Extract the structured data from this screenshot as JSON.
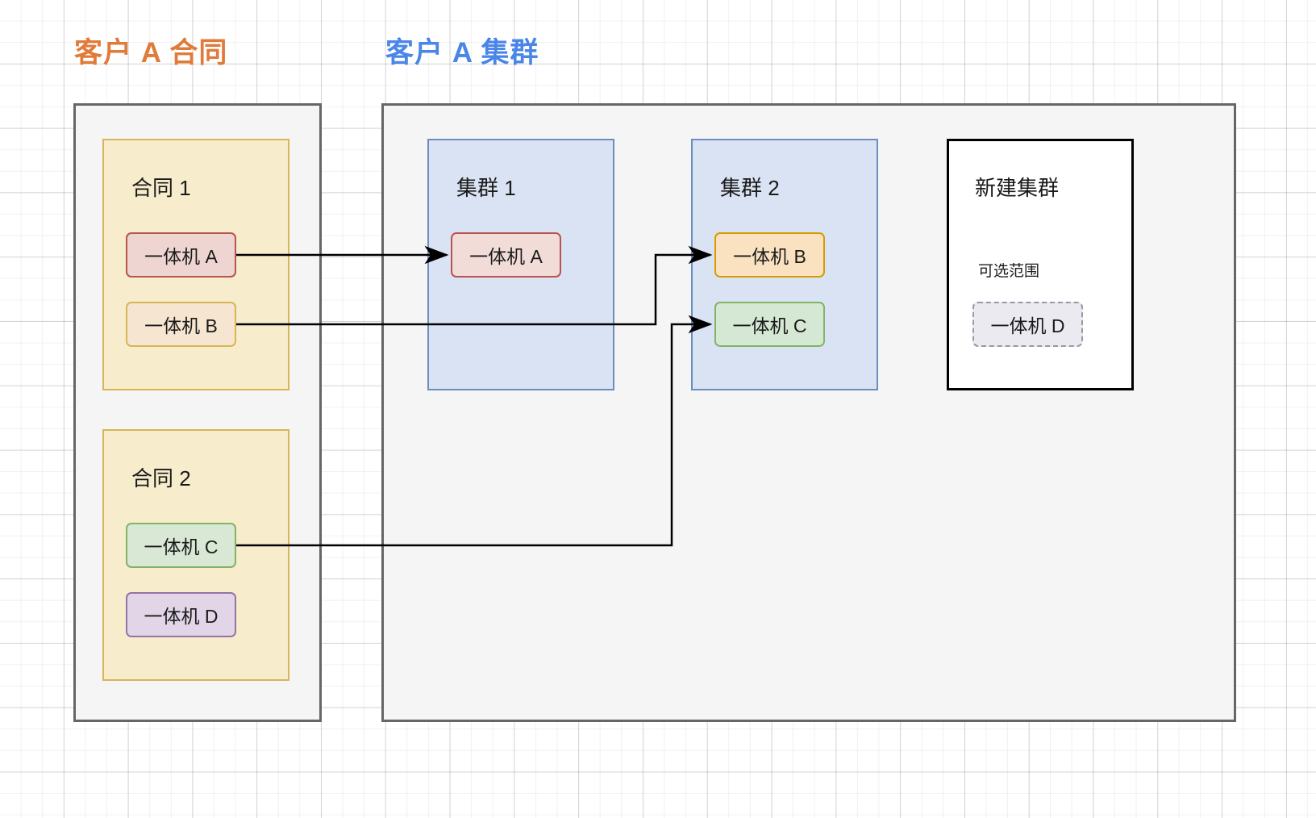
{
  "headings": {
    "contract_section": "客户 A 合同",
    "cluster_section": "客户 A 集群",
    "contract_color": "#e07b39",
    "cluster_color": "#4a86e8"
  },
  "contracts": [
    {
      "title": "合同 1",
      "machines": [
        {
          "label": "一体机 A",
          "fill": "#eed5d2",
          "border": "#b85450"
        },
        {
          "label": "一体机 B",
          "fill": "#f6e5d0",
          "border": "#d6b656"
        }
      ]
    },
    {
      "title": "合同 2",
      "machines": [
        {
          "label": "一体机 C",
          "fill": "#d9e8d5",
          "border": "#82b366"
        },
        {
          "label": "一体机 D",
          "fill": "#e1d5e7",
          "border": "#9673a6"
        }
      ]
    }
  ],
  "clusters": [
    {
      "title": "集群 1",
      "machines": [
        {
          "label": "一体机 A",
          "fill": "#f2dcd8",
          "border": "#b85450"
        }
      ]
    },
    {
      "title": "集群 2",
      "machines": [
        {
          "label": "一体机 B",
          "fill": "#fae2c0",
          "border": "#d79b00"
        },
        {
          "label": "一体机 C",
          "fill": "#d5e8d4",
          "border": "#82b366"
        }
      ]
    }
  ],
  "new_cluster": {
    "title": "新建集群",
    "scope_label": "可选范围",
    "candidate": {
      "label": "一体机 D",
      "fill": "#eaeaf0",
      "border": "#9999a5",
      "style": "dashed"
    }
  },
  "connections": [
    {
      "from": "合同1/一体机 A",
      "to": "集群1/一体机 A"
    },
    {
      "from": "合同1/一体机 B",
      "to": "集群2/一体机 B"
    },
    {
      "from": "合同2/一体机 C",
      "to": "集群2/一体机 C"
    }
  ]
}
